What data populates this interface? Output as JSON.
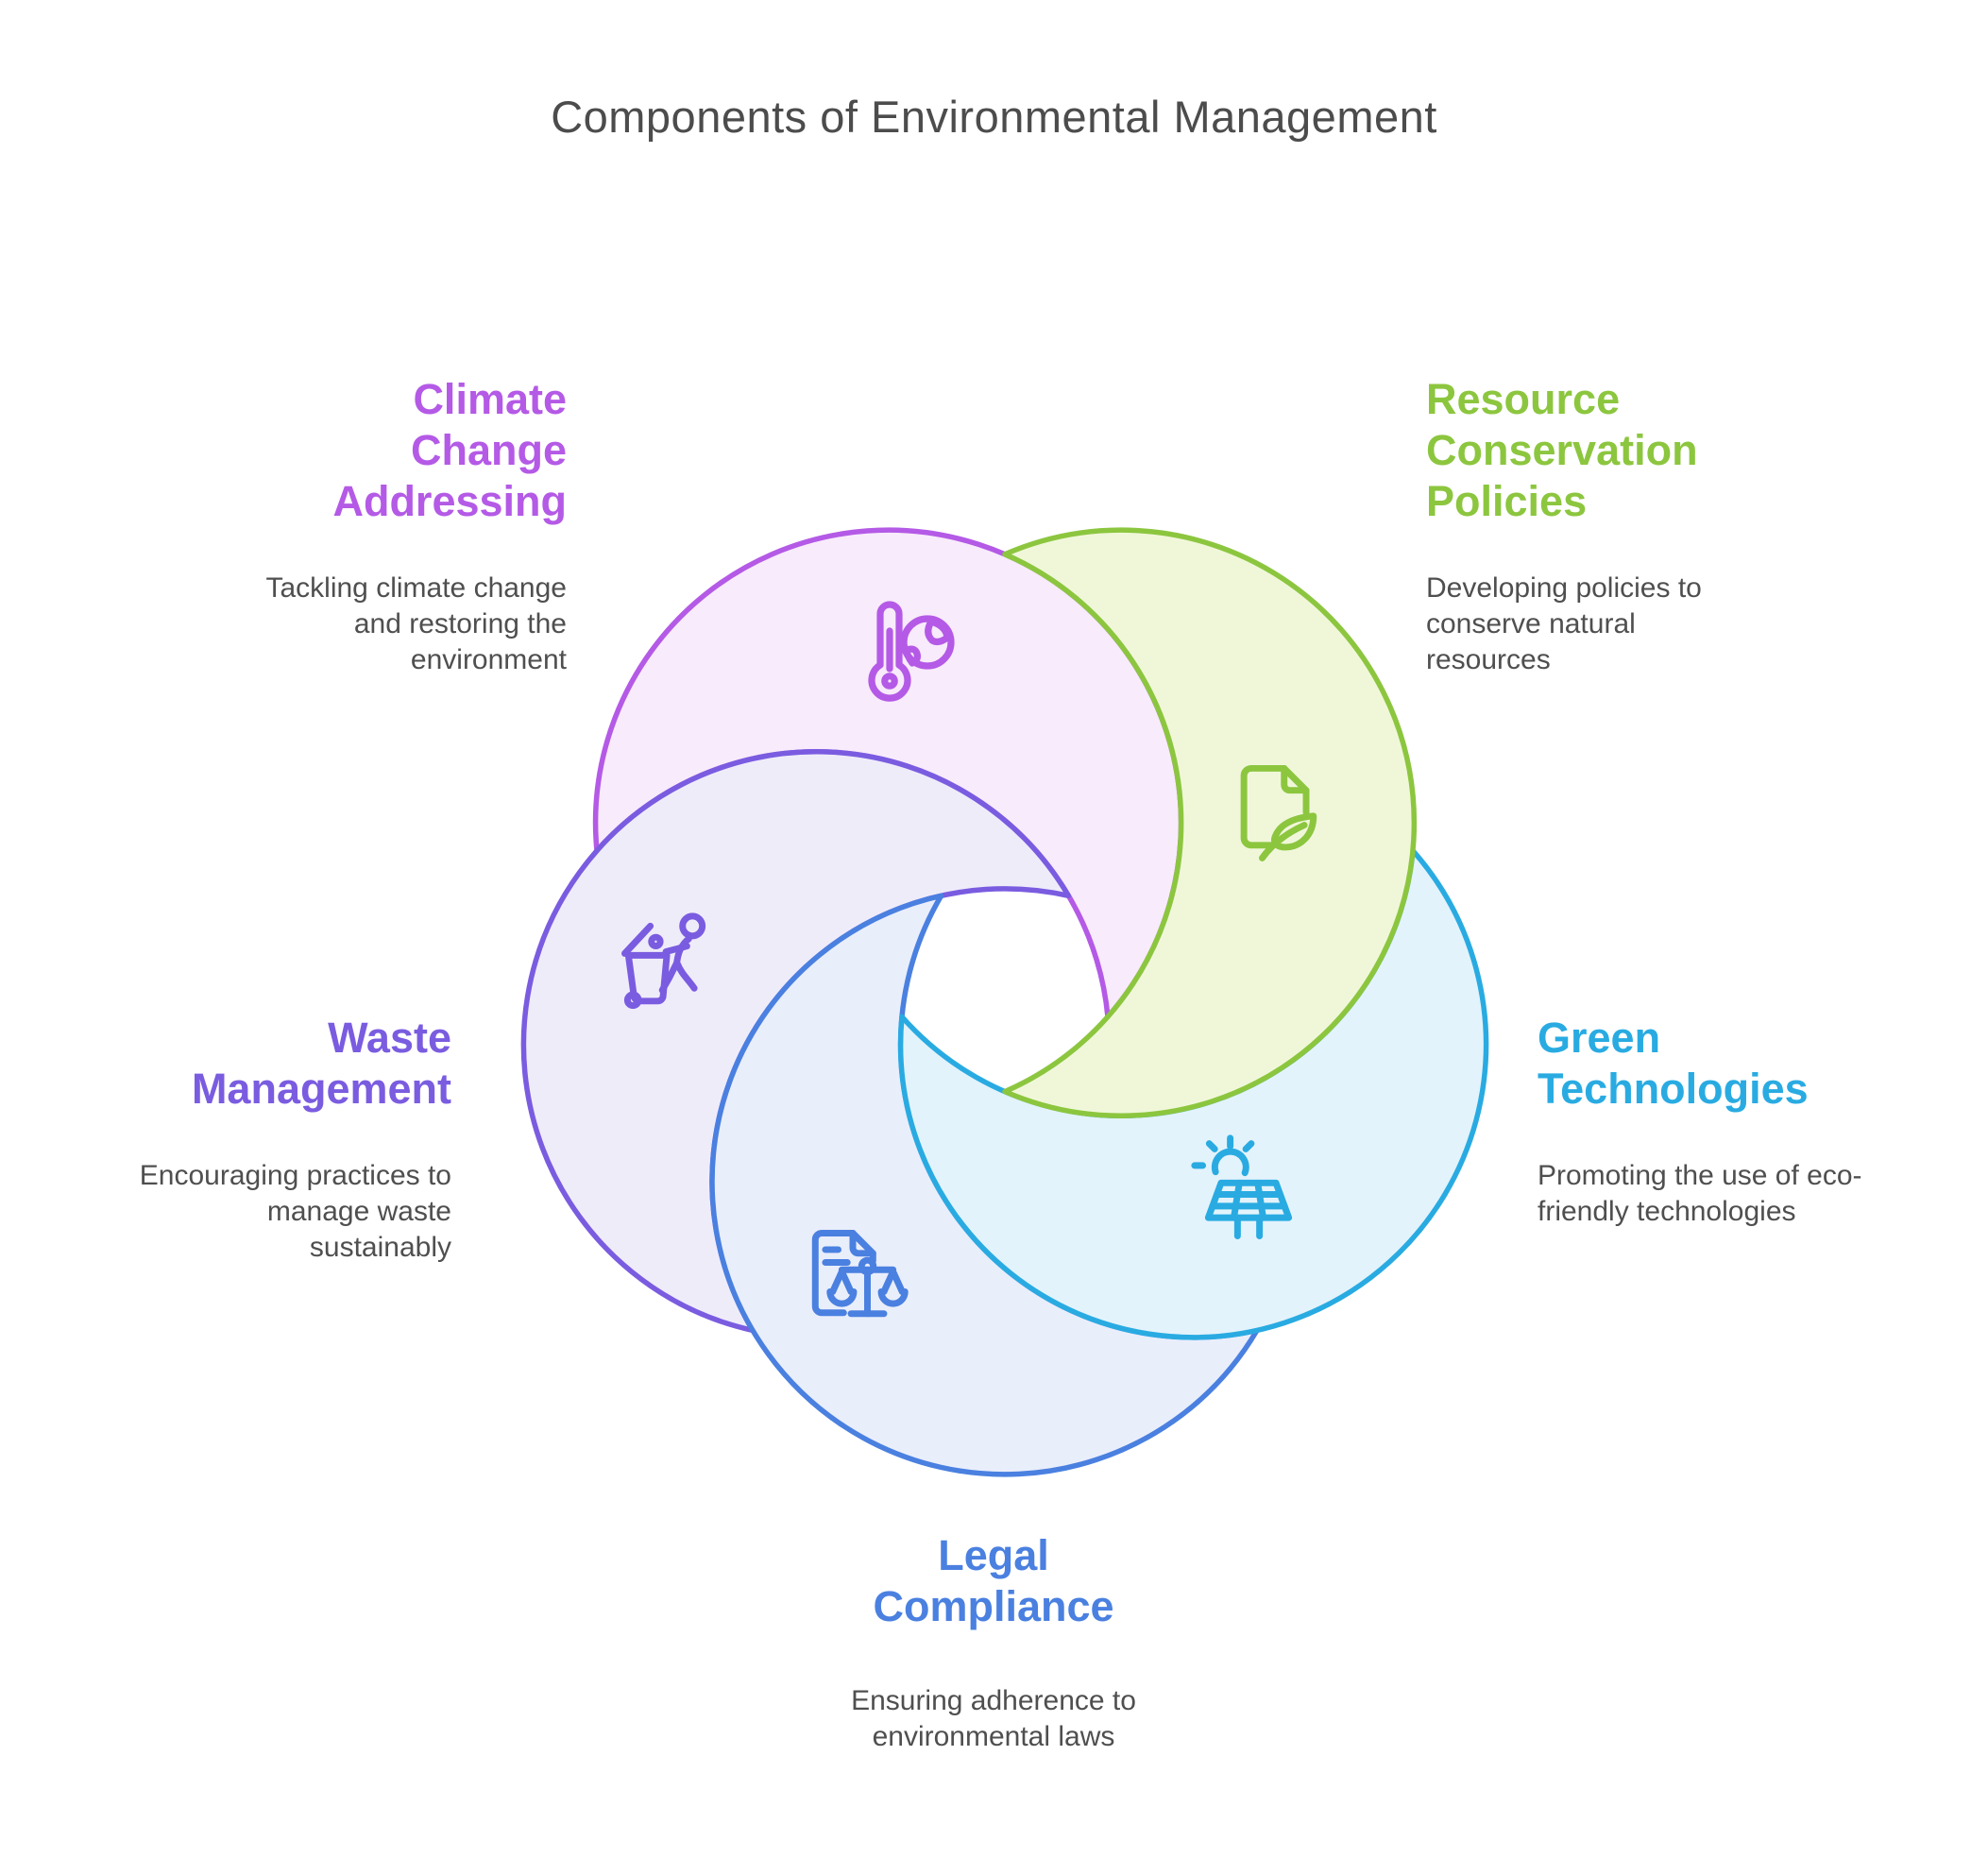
{
  "title": "Components of Environmental Management",
  "items": [
    {
      "id": "climate-change-addressing",
      "label": "Climate Change Addressing",
      "description": "Tackling climate change and restoring the environment",
      "color": "#b45ae6",
      "fill": "#f8ebfb",
      "icon": "thermometer-globe-icon"
    },
    {
      "id": "resource-conservation-policies",
      "label": "Resource Conservation Policies",
      "description": "Developing policies to conserve natural resources",
      "color": "#8cc63f",
      "fill": "#f0f7d9",
      "icon": "document-leaf-icon"
    },
    {
      "id": "green-technologies",
      "label": "Green Technologies",
      "description": "Promoting the use of eco-friendly technologies",
      "color": "#29abe2",
      "fill": "#e3f3fb",
      "icon": "solar-panel-sun-icon"
    },
    {
      "id": "legal-compliance",
      "label": "Legal Compliance",
      "description": "Ensuring adherence to environmental laws",
      "color": "#4a80e0",
      "fill": "#e9eefb",
      "icon": "document-scales-icon"
    },
    {
      "id": "waste-management",
      "label": "Waste Management",
      "description": "Encouraging practices to manage waste sustainably",
      "color": "#7a5ce0",
      "fill": "#efecfa",
      "icon": "person-trash-bin-icon"
    }
  ]
}
